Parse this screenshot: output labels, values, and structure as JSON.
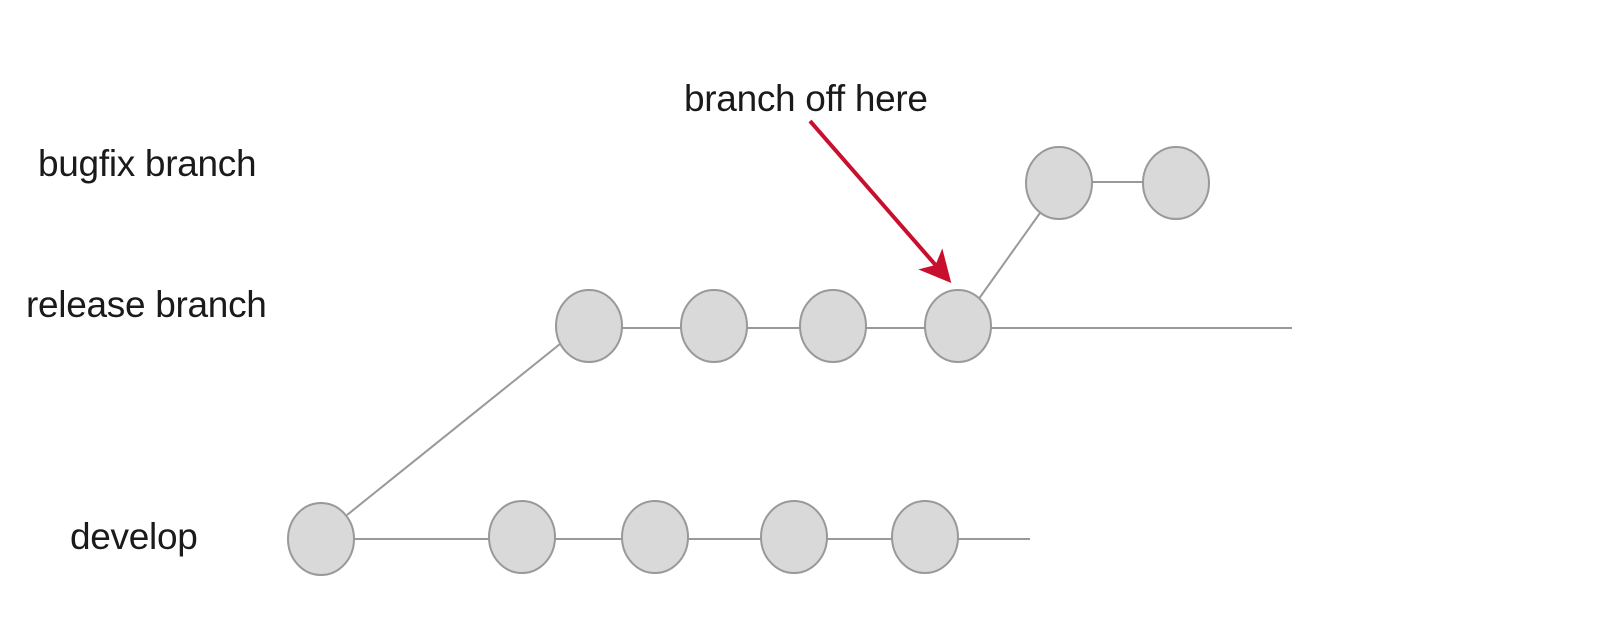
{
  "lanes": {
    "bugfix": "bugfix branch",
    "release": "release branch",
    "develop": "develop"
  },
  "annotation": {
    "text": "branch off here"
  },
  "colors": {
    "commit_fill": "#d9d9d9",
    "commit_stroke": "#999999",
    "edge": "#999999",
    "arrow": "#c8102e",
    "text": "#1a1a1a"
  }
}
